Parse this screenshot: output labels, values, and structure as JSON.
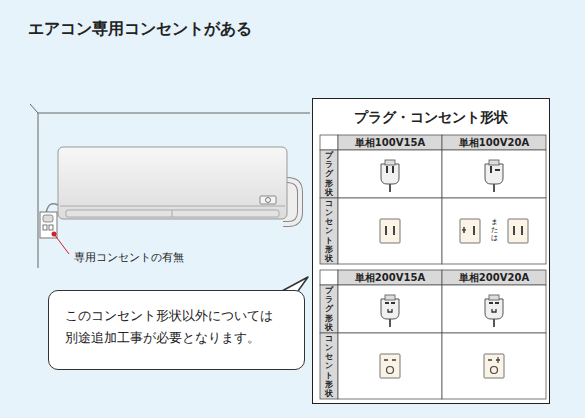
{
  "diagram": {
    "title": "エアコン専用コンセントがある",
    "nodes": [
      {
        "text": [
          "プラグ・コンセント形状"
        ]
      },
      {
        "text": [
          "このコンセント形状以外については 別途追加工事が必要となります。"
        ]
      }
    ],
    "labels": [
      "専用コンセントの有無",
      "単相100V15A",
      "単相100V20A",
      "プラグ形状",
      "コンセント形状",
      "または",
      "単相200V15A",
      "単相200V20A",
      "プラグ形状",
      "コンセント形状"
    ]
  }
}
